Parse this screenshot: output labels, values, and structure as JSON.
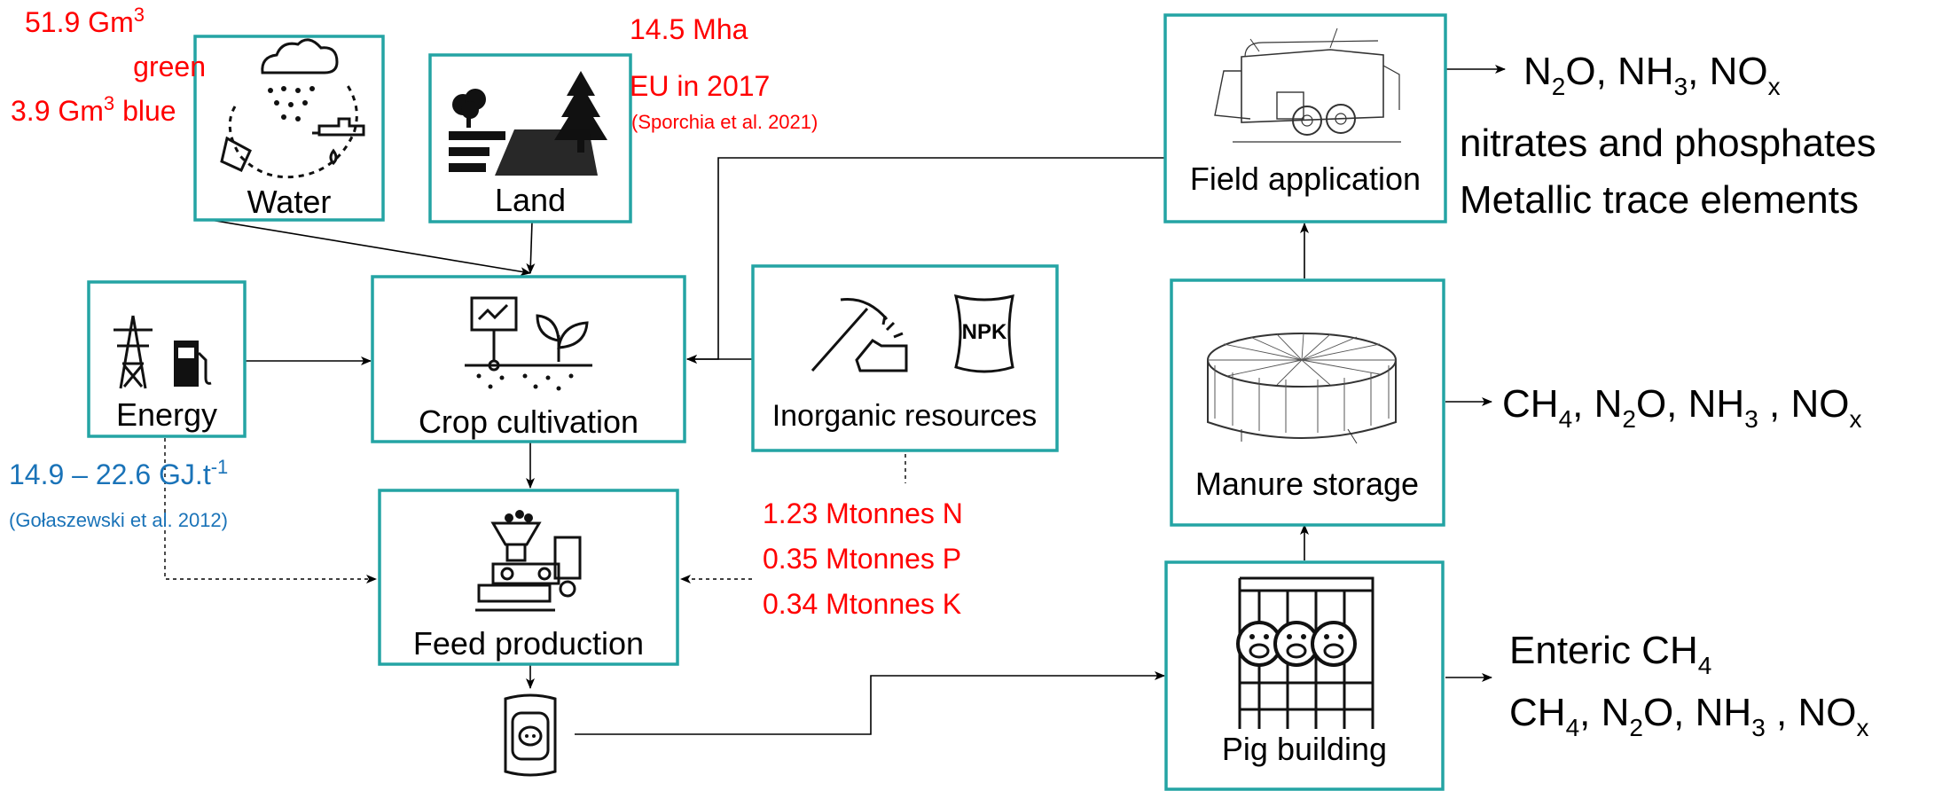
{
  "boxes": {
    "water": "Water",
    "land": "Land",
    "energy": "Energy",
    "crop": "Crop cultivation",
    "inorganic": "Inorganic resources",
    "feed": "Feed production",
    "field": "Field application",
    "manure": "Manure storage",
    "pig": "Pig building"
  },
  "water_note": {
    "line1": "51.9 Gm",
    "line1_sup": "3",
    "line2": "green",
    "line3": "3.9 Gm",
    "line3_sup": "3",
    "line3_tail": " blue"
  },
  "land_note": {
    "line1": "14.5 Mha",
    "line2": "EU in 2017",
    "cite": "(Sporchia et al. 2021)"
  },
  "energy_note": {
    "value": "14.9 – 22.6 GJ.t",
    "sup": "-1",
    "cite": "(Gołaszewski et al. 2012)"
  },
  "inorganic_note": [
    "1.23 Mtonnes N",
    "0.35 Mtonnes P",
    "0.34 Mtonnes K"
  ],
  "icons": {
    "npk": "NPK"
  },
  "emissions": {
    "field_1": {
      "a": "N",
      "a_sub": "2",
      "b": "O, NH",
      "b_sub": "3",
      "c": ", NO",
      "c_sub": "x"
    },
    "field_2": "nitrates and phosphates",
    "field_3": "Metallic trace elements",
    "manure_1": {
      "a": "CH",
      "a_sub": "4",
      "b": ", N",
      "b_sub": "2",
      "c": "O, NH",
      "c_sub": "3",
      "d": " , NO",
      "d_sub": "x"
    },
    "pig_1": {
      "a": "Enteric CH",
      "a_sub": "4"
    },
    "pig_2": {
      "a": "CH",
      "a_sub": "4",
      "b": ", N",
      "b_sub": "2",
      "c": "O, NH",
      "c_sub": "3",
      "d": " , NO",
      "d_sub": "x"
    }
  },
  "colors": {
    "box_border": "#24a4a4",
    "note_red": "#ff0000",
    "note_blue": "#1a73b8"
  }
}
